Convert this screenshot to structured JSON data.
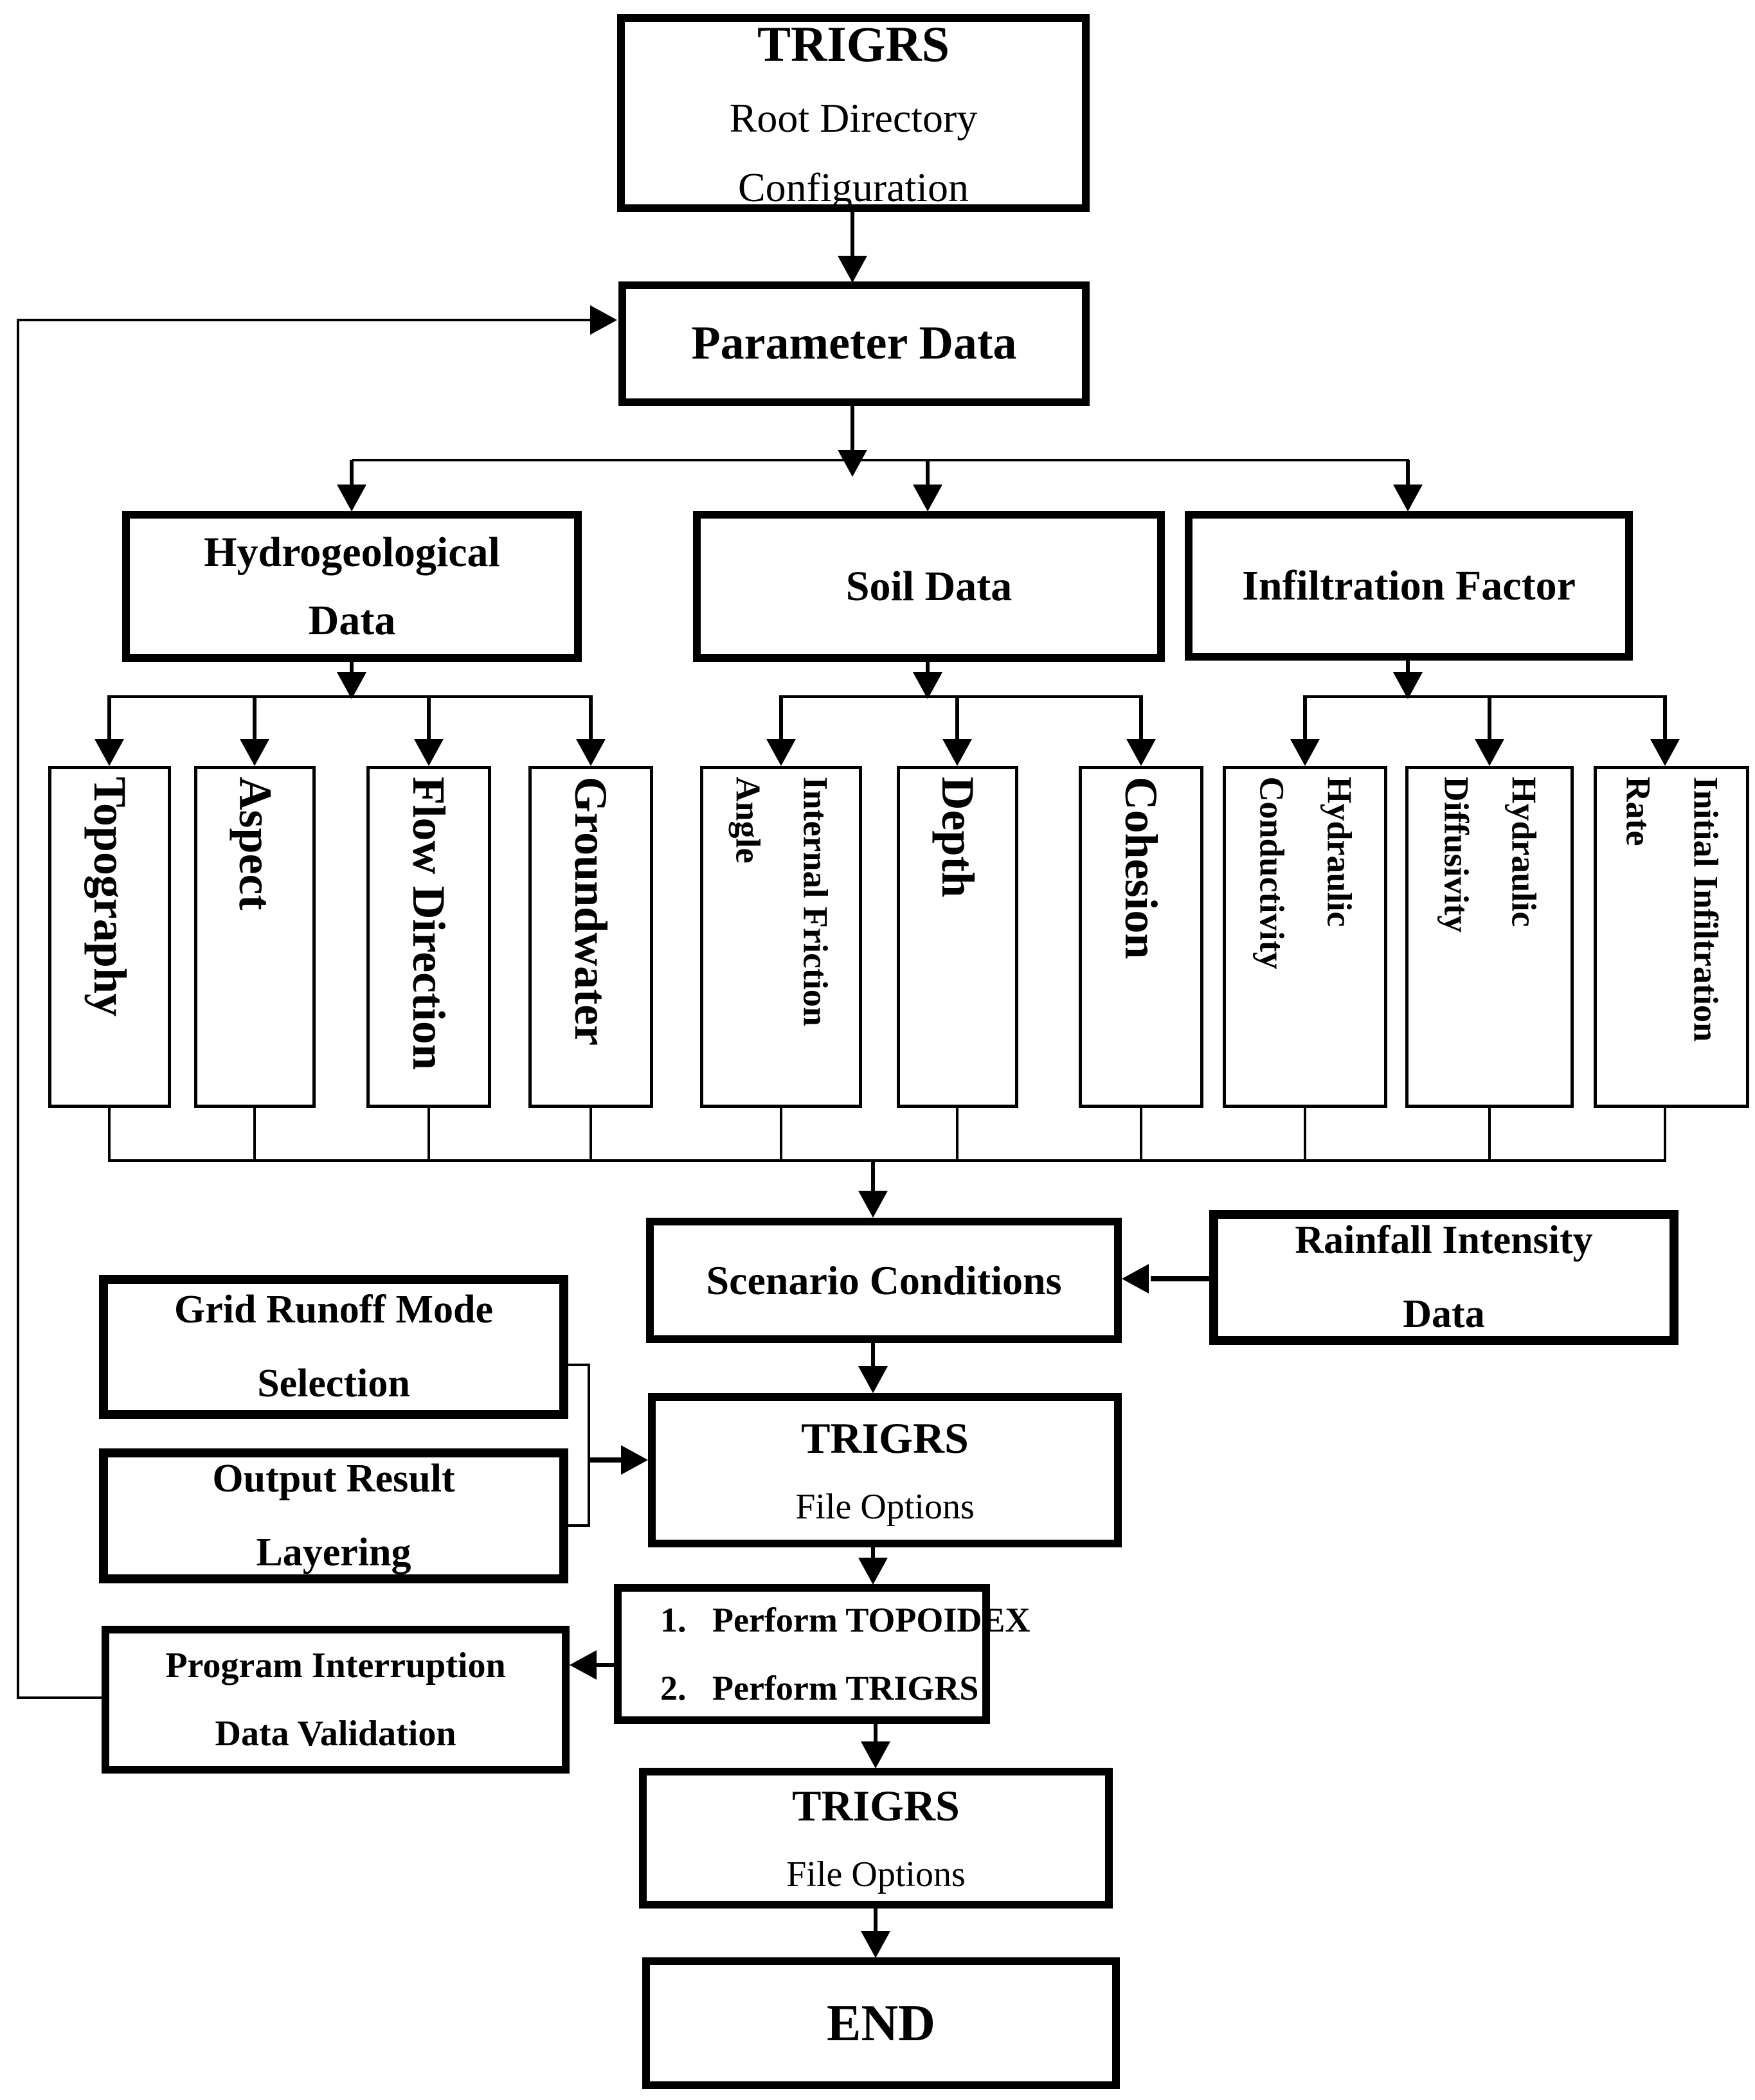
{
  "title": "TRIGRS workflow flowchart",
  "colors": {
    "ink": "#000000",
    "background": "#ffffff"
  },
  "nodes": {
    "root": {
      "title": "TRIGRS",
      "line2": "Root Directory",
      "line3": "Configuration"
    },
    "parameter": {
      "label": "Parameter Data"
    },
    "hydro": {
      "line1": "Hydrogeological",
      "line2": "Data"
    },
    "soil": {
      "label": "Soil Data"
    },
    "infiltration": {
      "label": "Infiltration Factor"
    },
    "topography": {
      "label": "Topography"
    },
    "aspect": {
      "label": "Aspect"
    },
    "flow_direction": {
      "label": "Flow Direction"
    },
    "groundwater": {
      "label": "Groundwater"
    },
    "internal_friction_angle": {
      "line1": "Internal Friction",
      "line2": "Angle"
    },
    "depth": {
      "label": "Depth"
    },
    "cohesion": {
      "label": "Cohesion"
    },
    "hydraulic_conductivity": {
      "line1": "Hydraulic",
      "line2": "Conductivity"
    },
    "hydraulic_diffusivity": {
      "line1": "Hydraulic",
      "line2": "Diffusivity"
    },
    "initial_infiltration_rate": {
      "line1": "Initial Infiltration",
      "line2": "Rate"
    },
    "scenario": {
      "label": "Scenario Conditions"
    },
    "rainfall": {
      "line1": "Rainfall Intensity",
      "line2": "Data"
    },
    "grid_runoff": {
      "line1": "Grid Runoff Mode",
      "line2": "Selection"
    },
    "output_result": {
      "line1": "Output Result",
      "line2": "Layering"
    },
    "trigrs_file_options_1": {
      "title": "TRIGRS",
      "subtitle": "File Options"
    },
    "perform": {
      "step1": "1.   Perform TOPOIDEX",
      "step2": "2.   Perform TRIGRS"
    },
    "program_interruption": {
      "line1": "Program Interruption",
      "line2": "Data Validation"
    },
    "trigrs_file_options_2": {
      "title": "TRIGRS",
      "subtitle": "File Options"
    },
    "end": {
      "label": "END"
    }
  }
}
